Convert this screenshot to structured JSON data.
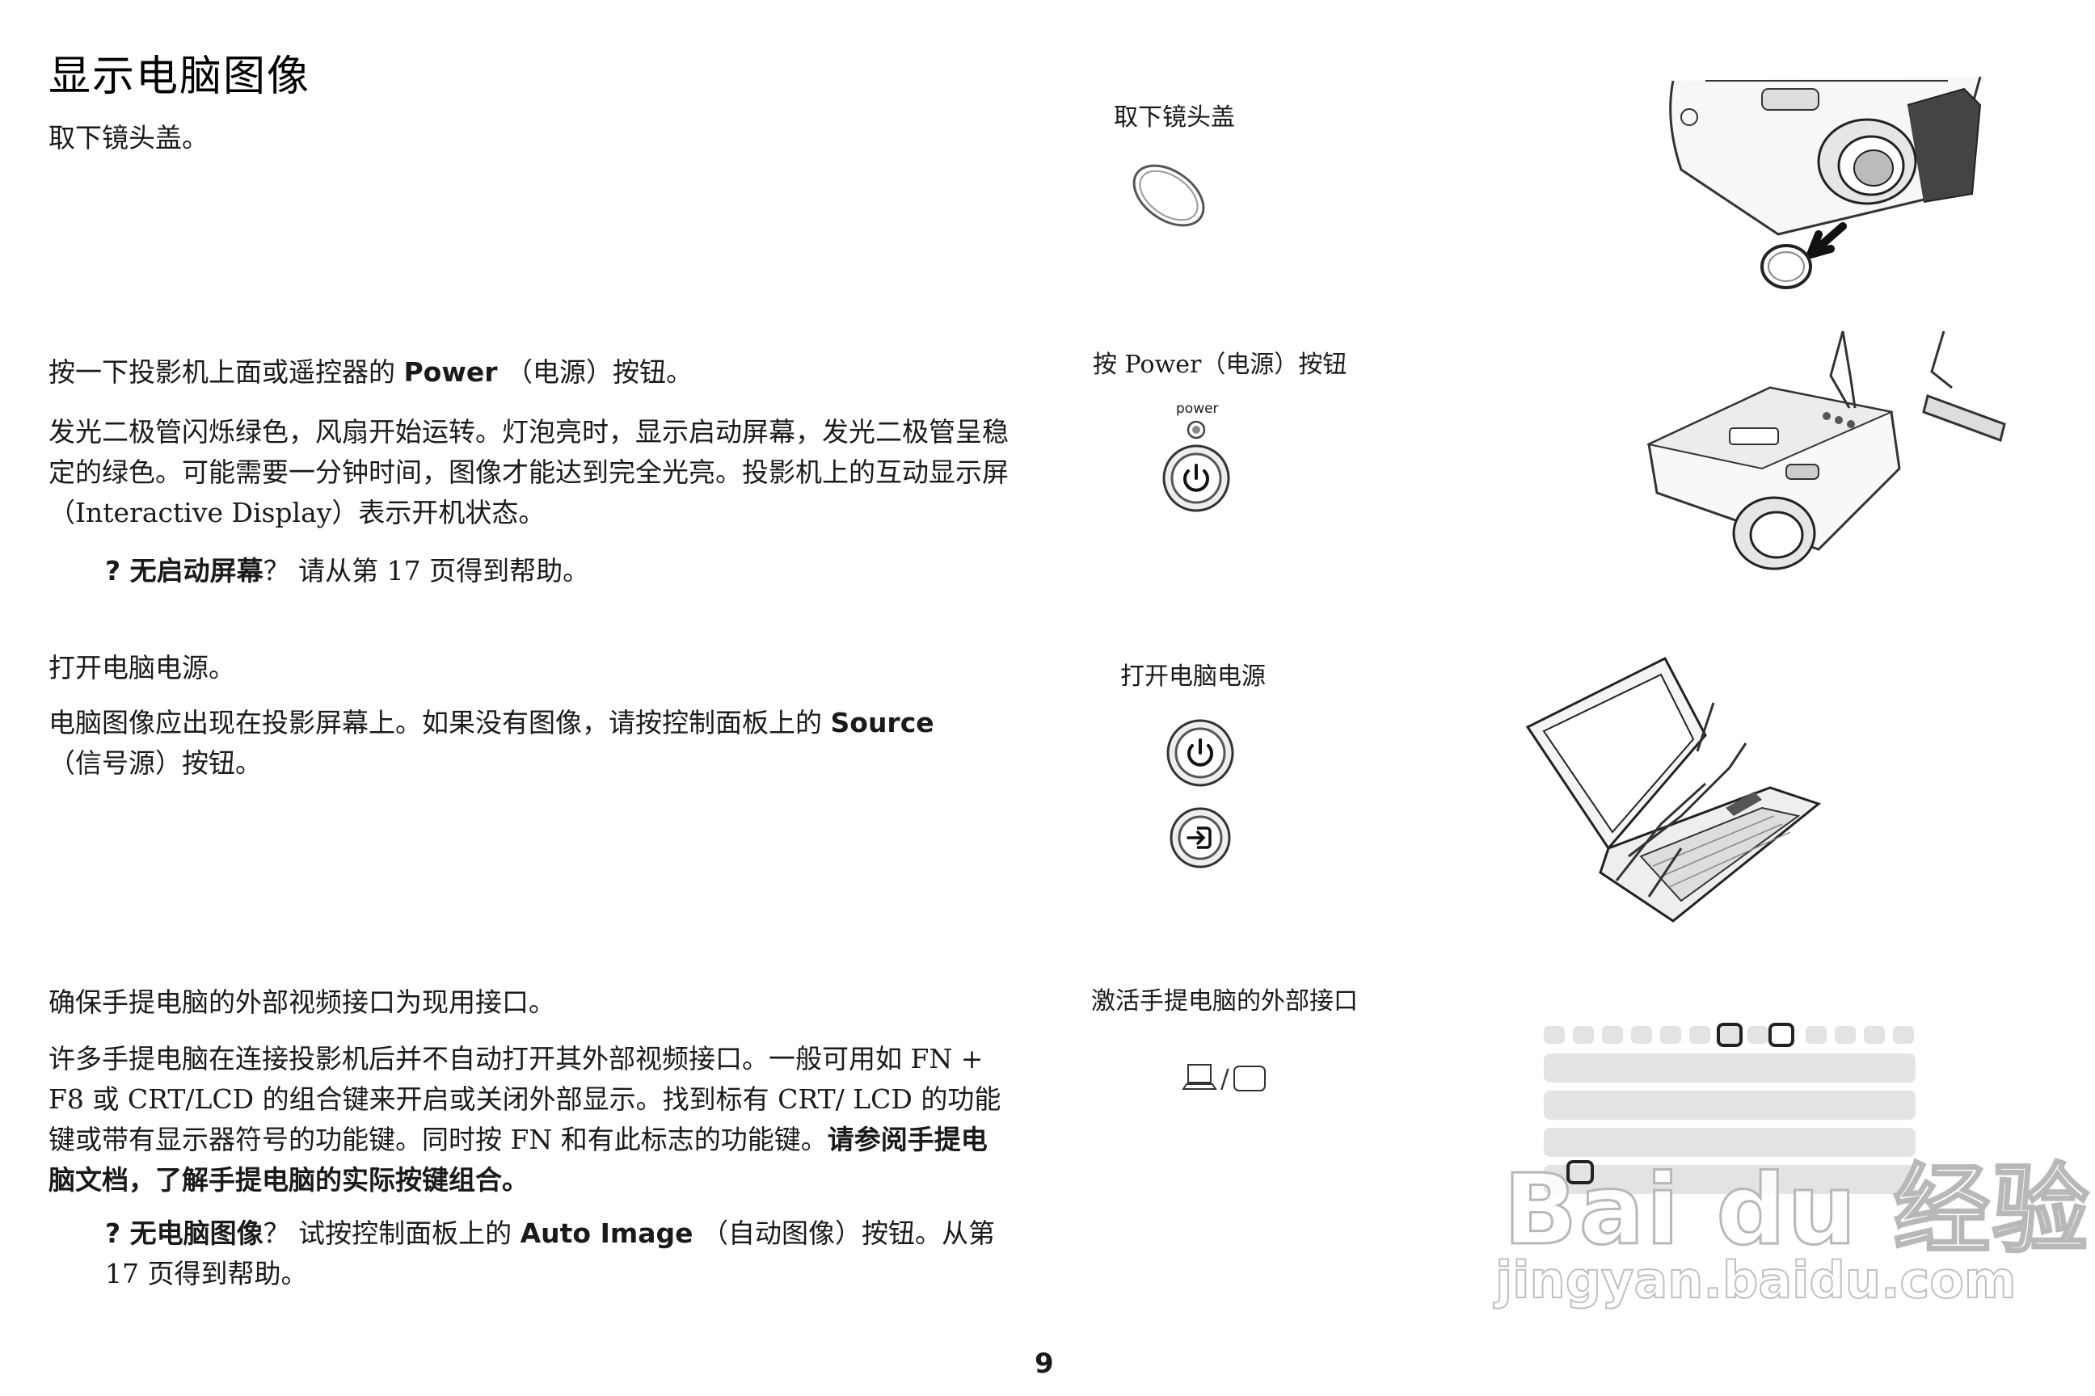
{
  "page_title": "显示电脑图像",
  "page_number": "9",
  "step1": {
    "text": "取下镜头盖。",
    "caption": "取下镜头盖"
  },
  "step2": {
    "line_pre": "按一下投影机上面或遥控器的 ",
    "line_bold": "Power",
    "line_post": " （电源）按钮。",
    "detail": "发光二极管闪烁绿色，风扇开始运转。灯泡亮时，显示启动屏幕，发光二极管呈稳定的绿色。可能需要一分钟时间，图像才能达到完全光亮。投影机上的互动显示屏 （Interactive Display）表示开机状态。",
    "note_q": "? 无启动屏幕",
    "note_text": "？ 请从第 17 页得到帮助。",
    "caption": "按 Power（电源）按钮",
    "button_label": "power"
  },
  "step3": {
    "text": "打开电脑电源。",
    "detail_pre": "电脑图像应出现在投影屏幕上。如果没有图像，请按控制面板上的 ",
    "detail_bold": "Source",
    "detail_post": "（信号源）按钮。",
    "caption": "打开电脑电源"
  },
  "step4": {
    "text": "确保手提电脑的外部视频接口为现用接口。",
    "detail": "许多手提电脑在连接投影机后并不自动打开其外部视频接口。一般可用如 FN + F8 或 CRT/LCD 的组合键来开启或关闭外部显示。找到标有 CRT/ LCD 的功能键或带有显示器符号的功能键。同时按 FN 和有此标志的功能键。",
    "detail_bold": "请参阅手提电脑文档，了解手提电脑的实际按键组合。",
    "note_q": "? 无电脑图像",
    "note_pre": "？ 试按控制面板上的 ",
    "note_bold": "Auto Image",
    "note_post": " （自动图像）按钮。从第 17 页得到帮助。",
    "caption": "激活手提电脑的外部接口",
    "icon_sep": "/"
  },
  "watermark": {
    "logo": "Bai du 经验",
    "url": "jingyan.baidu.com"
  }
}
